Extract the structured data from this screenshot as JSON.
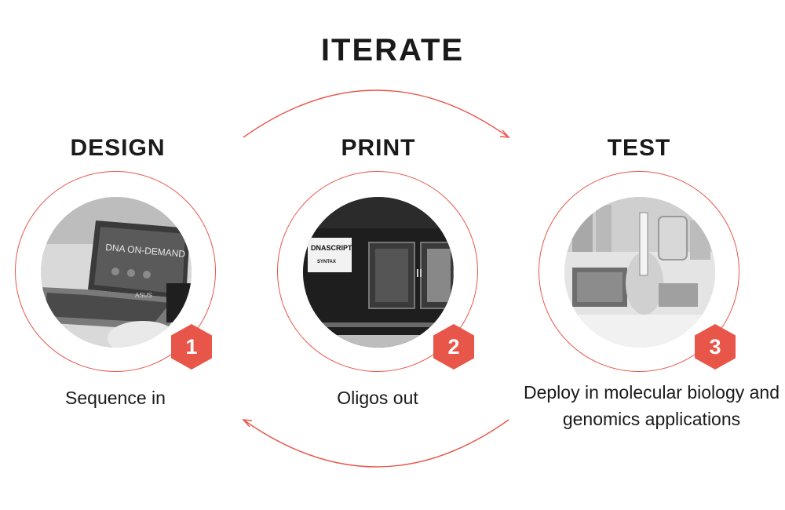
{
  "title": "ITERATE",
  "colors": {
    "accent": "#e8564a",
    "text": "#1a1a1a"
  },
  "stages": [
    {
      "title": "DESIGN",
      "number": "1",
      "caption": "Sequence in",
      "photo_text": "DNA ON-DEMAND",
      "brand_text": "ASUS"
    },
    {
      "title": "PRINT",
      "number": "2",
      "caption": "Oligos out",
      "photo_text": "DNASCRIPT",
      "brand_text": "SYNTAX"
    },
    {
      "title": "TEST",
      "number": "3",
      "caption": "Deploy in molecular biology and genomics applications"
    }
  ]
}
